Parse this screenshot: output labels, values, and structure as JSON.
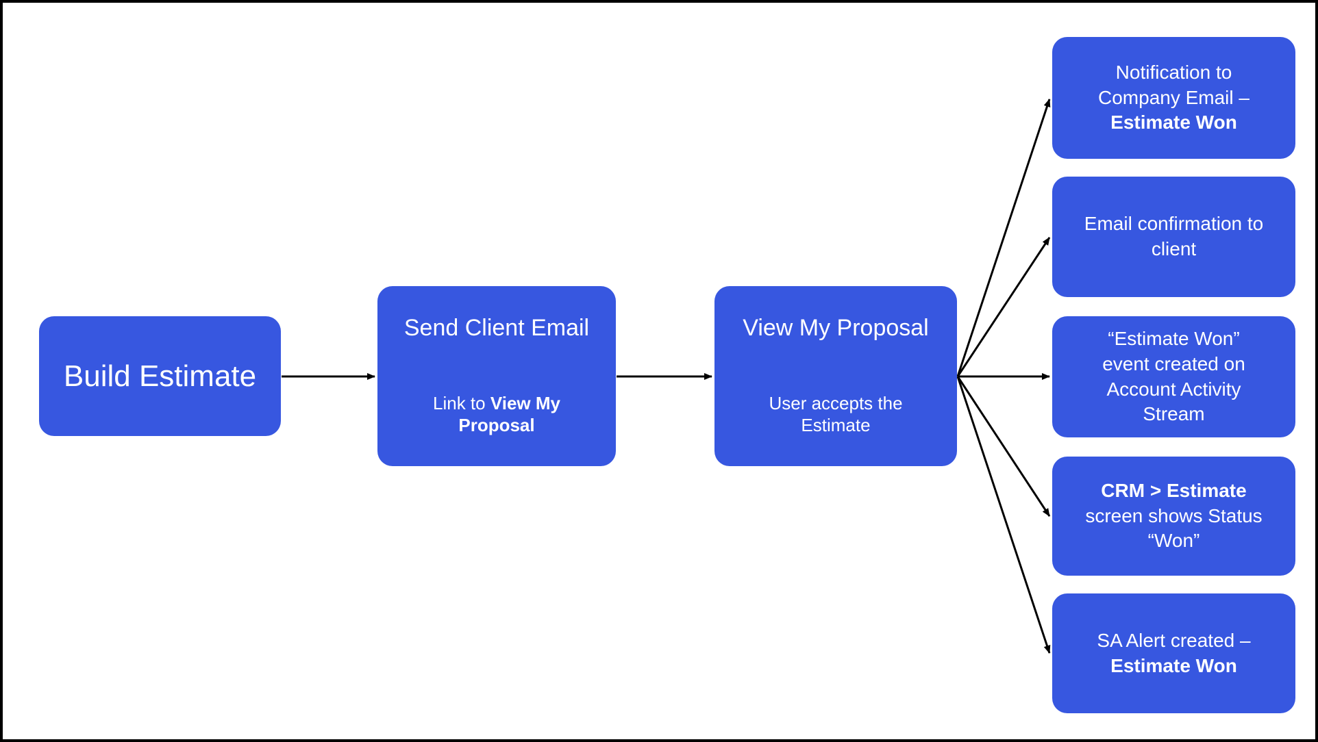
{
  "palette": {
    "node_fill": "#3757e0",
    "node_text": "#ffffff",
    "arrow": "#000000",
    "frame_border": "#000000"
  },
  "nodes": {
    "build_estimate": {
      "title": "Build Estimate"
    },
    "send_client_email": {
      "title": "Send Client Email",
      "body_line1_normal": "Link to ",
      "body_line1_bold": "View My",
      "body_line2_bold": "Proposal"
    },
    "view_my_proposal": {
      "title": "View My Proposal",
      "body_line1": "User accepts the",
      "body_line2": "Estimate"
    },
    "outcome_1": {
      "line1": "Notification to",
      "line2": "Company Email –",
      "line3_bold": "Estimate Won"
    },
    "outcome_2": {
      "line1": "Email confirmation to",
      "line2": "client"
    },
    "outcome_3": {
      "line1": "“Estimate Won”",
      "line2": "event created on",
      "line3": "Account Activity",
      "line4": "Stream"
    },
    "outcome_4": {
      "line1_bold": "CRM > Estimate",
      "line2": "screen shows Status",
      "line3": "“Won”"
    },
    "outcome_5": {
      "line1": "SA Alert created –",
      "line2_bold": "Estimate Won"
    }
  }
}
